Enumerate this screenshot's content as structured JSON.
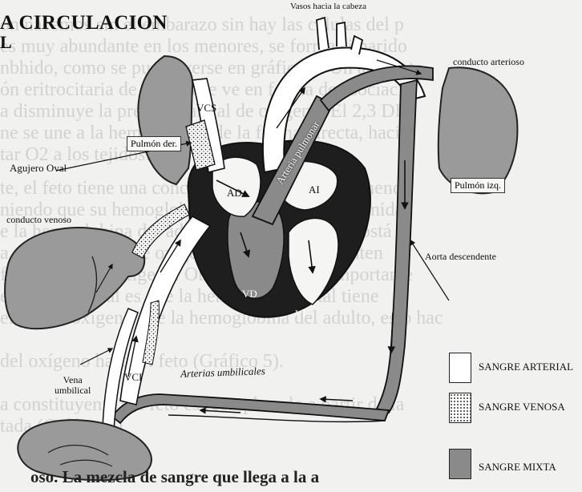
{
  "title_line1": "A CIRCULACION",
  "title_line2": "L",
  "labels": {
    "vasos_cabeza": "Vasos hacia la cabeza",
    "conducto_arterioso": "conducto arterioso",
    "vcs": "VCS",
    "arteria_pulmonar": "Arteria pulmonar",
    "agujero_oval": "Agujero Oval",
    "pulmon_der": "Pulmón der.",
    "pulmon_izq": "Pulmón izq.",
    "ad": "AD",
    "ai": "AI",
    "conducto_venoso": "conducto venoso",
    "aorta_descendente": "Aorta descendente",
    "vd": "VD",
    "vi": "VI",
    "vci": "VCI",
    "vena_umbilical": "Vena\numbilical",
    "arterias_umbilicales": "Arterias umbilicales"
  },
  "legend": {
    "arterial": "SANGRE ARTERIAL",
    "venosa": "SANGRE VENOSA",
    "mixta": "SANGRE MIXTA"
  },
  "bottom_text": "oso. La mezcla de sangre que llega a la a",
  "colors": {
    "venosa_fill": "#ffffff",
    "mixta_fill": "#8a8a8a",
    "dark_fill": "#1e1e1e",
    "organ_fill": "#9a9a9a"
  }
}
